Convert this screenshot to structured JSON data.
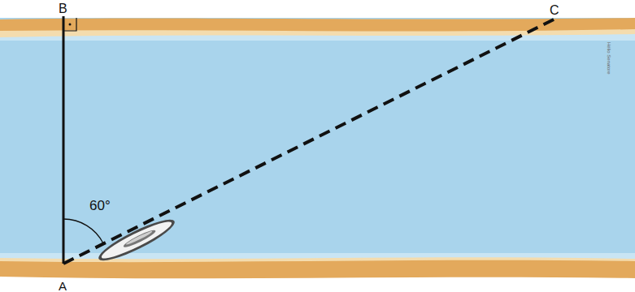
{
  "diagram": {
    "labels": [
      "B",
      "C",
      "A",
      "60°",
      "Hélio Senatore"
    ]
  }
}
